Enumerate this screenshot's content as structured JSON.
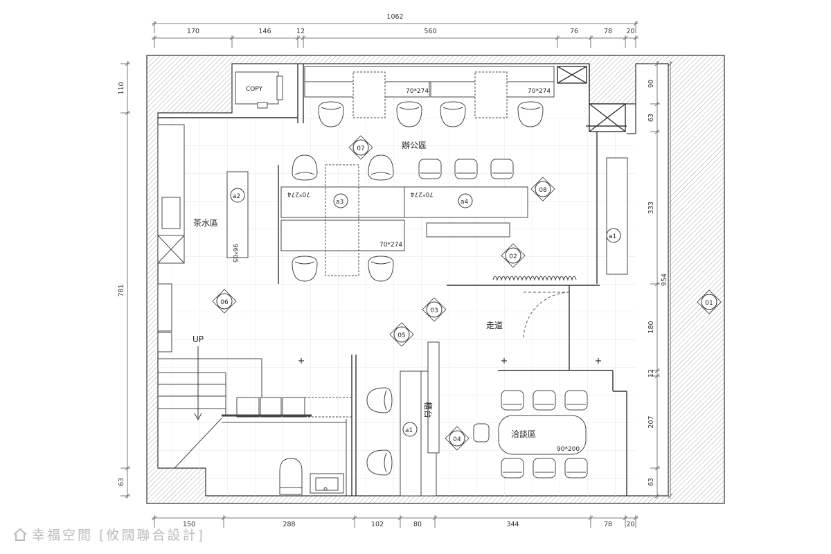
{
  "dims": {
    "top_total": "1062",
    "top": [
      "170",
      "146",
      "12",
      "560",
      "76",
      "78",
      "20"
    ],
    "bottom": [
      "150",
      "288",
      "102",
      "80",
      "344",
      "78",
      "20"
    ],
    "left": [
      "110",
      "781",
      "63"
    ],
    "right": [
      "90",
      "63",
      "333",
      "954",
      "180",
      "12",
      "207",
      "63"
    ]
  },
  "areas": {
    "office": "辦公區",
    "tea": "茶水區",
    "corridor": "走道",
    "meeting": "洽談區",
    "counter": "櫃台",
    "copy": "COPY",
    "up": "UP"
  },
  "furniture": {
    "a1": "a1",
    "a2": "a2",
    "a3": "a3",
    "a4": "a4",
    "desk_size": "70*274",
    "tea_size": "96*05",
    "meeting_size": "90*200"
  },
  "markers": [
    "01",
    "02",
    "03",
    "04",
    "05",
    "06",
    "07",
    "08"
  ],
  "brand": {
    "name": "幸福空間",
    "credit": "[攸闊聯合設計]"
  }
}
